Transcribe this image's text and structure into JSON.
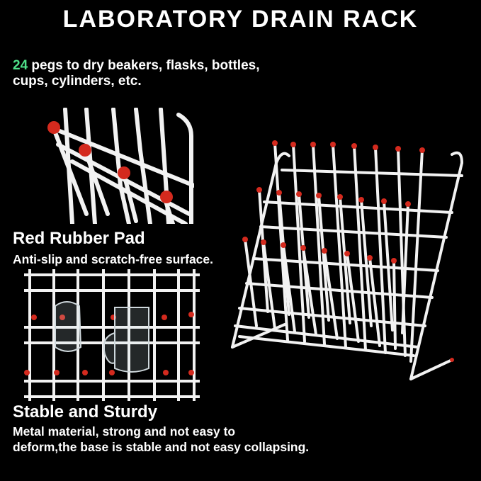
{
  "title": "LABORATORY DRAIN RACK",
  "intro": {
    "highlight": "24",
    "line1_rest": " pegs to dry beakers, flasks, bottles,",
    "line2": "cups, cylinders, etc."
  },
  "features": [
    {
      "heading": "Red Rubber Pad",
      "text": "Anti-slip and scratch-free surface."
    },
    {
      "heading": "Stable and Sturdy",
      "text_line1": "Metal material, strong and not easy to",
      "text_line2": "deform,the base is stable and not easy collapsing."
    }
  ],
  "colors": {
    "background": "#000000",
    "accent": "#4fe08a",
    "wire": "#f2f2f2",
    "peg_tip": "#d42a1e"
  }
}
